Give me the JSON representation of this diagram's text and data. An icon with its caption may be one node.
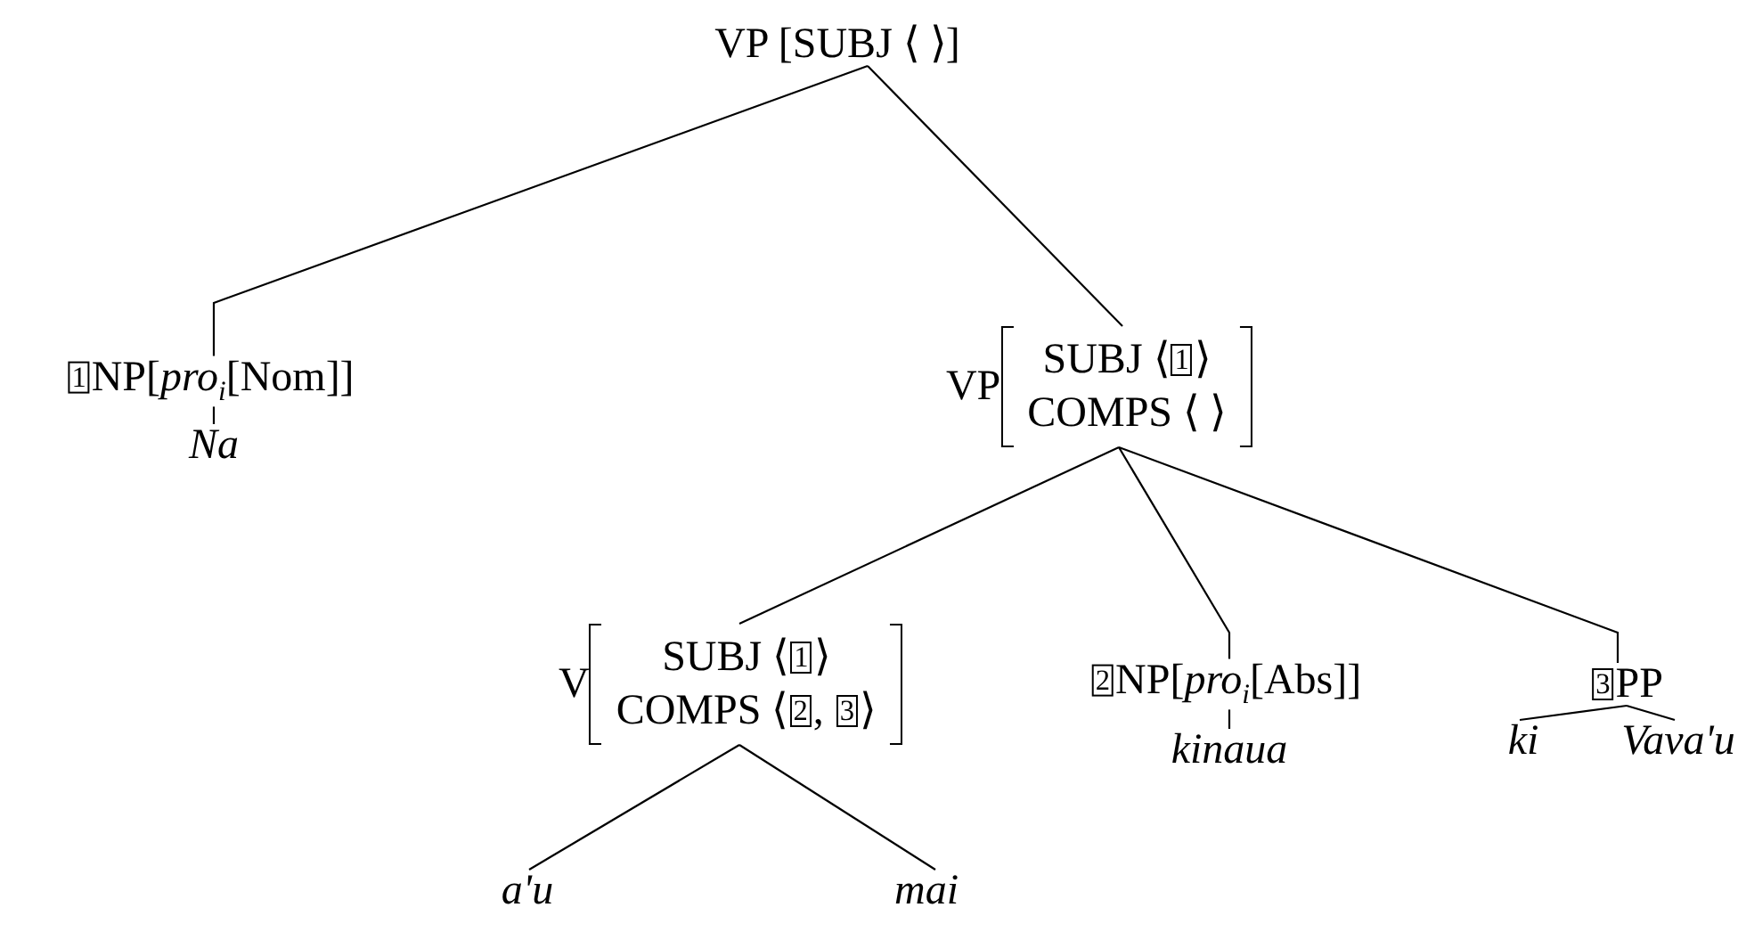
{
  "diagram": {
    "nodes": [
      {
        "text": [
          "VP [SUBJ ⟨ ⟩]"
        ]
      },
      {
        "text": [
          "1NP[*pro*$_{i}$[Nom]]"
        ]
      },
      {
        "text": [
          "VP",
          "SUBJ ⟨1⟩",
          "COMPS ⟨ ⟩"
        ]
      },
      {
        "text": [
          "*Na*"
        ]
      },
      {
        "text": [
          "V",
          "SUBJ ⟨1⟩",
          "COMPS ⟨2, 3⟩"
        ]
      },
      {
        "text": [
          "2NP[*pro*$_{i}$[Abs]]"
        ]
      },
      {
        "text": [
          "3PP"
        ]
      },
      {
        "text": [
          "*kinaua*"
        ]
      },
      {
        "text": [
          "*ki*"
        ]
      },
      {
        "text": [
          "*Vava'u*"
        ]
      },
      {
        "text": [
          "*a'u*"
        ]
      },
      {
        "text": [
          "*mai*"
        ]
      }
    ],
    "edges": [
      {
        "from": 0,
        "to": 1,
        "arrow": "none"
      },
      {
        "from": 0,
        "to": 2,
        "arrow": "none"
      },
      {
        "from": 1,
        "to": 3,
        "arrow": "none"
      },
      {
        "from": 2,
        "to": 4,
        "arrow": "none"
      },
      {
        "from": 2,
        "to": 5,
        "arrow": "none"
      },
      {
        "from": 2,
        "to": 6,
        "arrow": "none"
      },
      {
        "from": 5,
        "to": 7,
        "arrow": "none"
      },
      {
        "from": 6,
        "to": 8,
        "arrow": "none"
      },
      {
        "from": 6,
        "to": 9,
        "arrow": "none"
      },
      {
        "from": 4,
        "to": 10,
        "arrow": "none"
      },
      {
        "from": 4,
        "to": 11,
        "arrow": "none"
      }
    ]
  }
}
